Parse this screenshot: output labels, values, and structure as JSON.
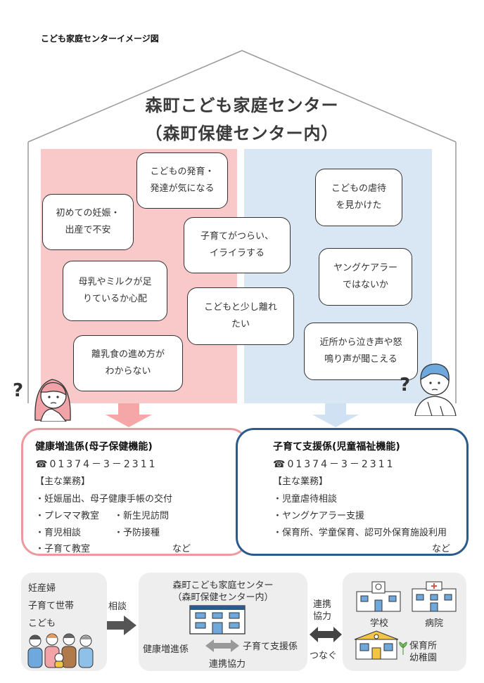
{
  "caption": "こども家庭センターイメージ図",
  "house": {
    "title_line1": "森町こども家庭センター",
    "title_line2": "（森町保健センター内）"
  },
  "bubbles": {
    "b1": [
      "こどもの発育・",
      "発達が気になる"
    ],
    "b2": [
      "初めての妊娠・",
      "出産で不安"
    ],
    "b3": [
      "子育てがつらい、",
      "イライラする"
    ],
    "b4": [
      "母乳やミルクが足",
      "りているか心配"
    ],
    "b5": [
      "こどもと少し離れ",
      "たい"
    ],
    "b6": [
      "離乳食の進め方が",
      "わからない"
    ],
    "b7": [
      "こどもの虐待",
      "を見かけた"
    ],
    "b8": [
      "ヤングケアラー",
      "ではないか"
    ],
    "b9": [
      "近所から泣き声や怒",
      "鳴り声が聞こえる"
    ]
  },
  "left_box": {
    "title": "健康増進係(母子保健機能)",
    "tel": "☎01374－3－2311",
    "heading": "【主な業務】",
    "items": [
      "・妊娠届出、母子健康手帳の交付",
      "・プレママ教室",
      "・新生児訪問",
      "・育児相談",
      "・予防接種",
      "・子育て教室"
    ],
    "etc": "など"
  },
  "right_box": {
    "title": "子育て支援係(児童福祉機能)",
    "tel": "☎01374－3－2311",
    "heading": "【主な業務】",
    "items": [
      "・児童虐待相談",
      "・ヤングケアラー支援",
      "・保育所、学童保育、認可外保育施設利用"
    ],
    "etc": "など"
  },
  "flow": {
    "left_people": [
      "妊産婦",
      "子育て世帯",
      "こども"
    ],
    "consult": "相談",
    "center_title1": "森町こども家庭センター",
    "center_title2": "（森町保健センター内）",
    "center_left": "健康増進係",
    "center_right": "子育て支援係",
    "center_bottom": "連携協力",
    "link_top1": "連携",
    "link_top2": "協力",
    "link_bottom": "つなぐ",
    "school": "学校",
    "hospital": "病院",
    "nursery1": "保育所",
    "nursery2": "幼稚園"
  },
  "colors": {
    "pink_area": "#f9c9c9",
    "blue_area": "#d9e7f5",
    "pink_border": "#ec9a9f",
    "blue_border": "#2b5a8c",
    "grey_box": "#eeeeee"
  }
}
